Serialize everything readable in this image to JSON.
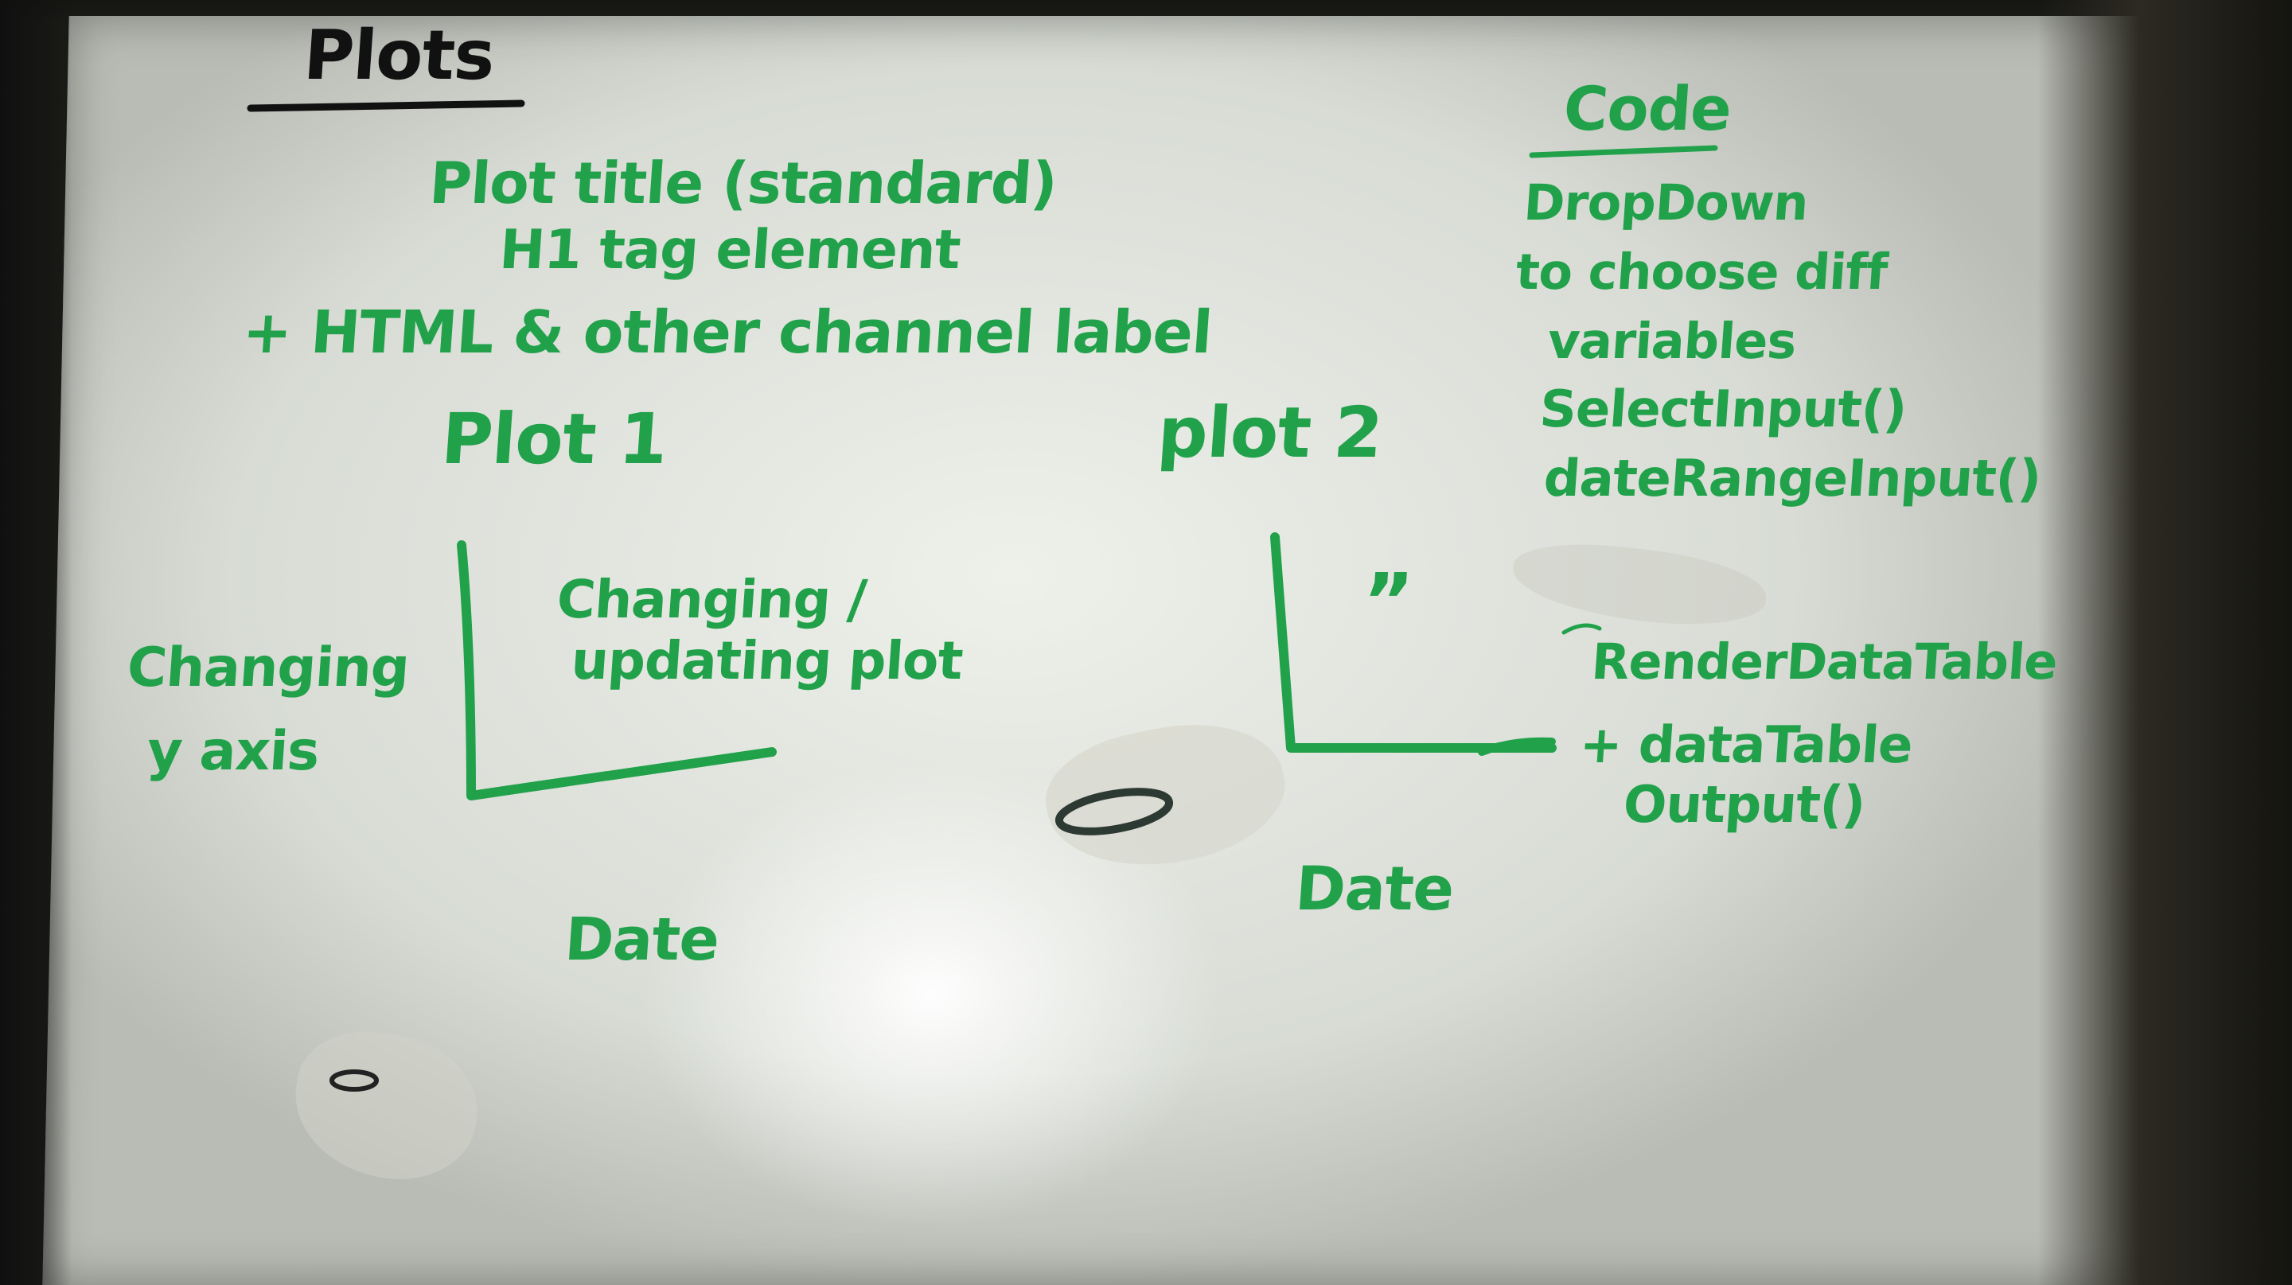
{
  "board": {
    "heading": "Plots",
    "notes": [
      "Plot title (standard)",
      "H1 tag element",
      "+ HTML & other channel label"
    ],
    "plot1": {
      "label": "Plot 1",
      "inner_line1": "Changing /",
      "inner_line2": "updating plot",
      "y_label_line1": "Changing",
      "y_label_line2": "y axis",
      "x_label": "Date"
    },
    "plot2": {
      "label": "plot 2",
      "ditto": "”",
      "x_label": "Date"
    },
    "code": {
      "heading": "Code",
      "lines": [
        "DropDown",
        "to choose diff",
        "variables",
        "SelectInput()",
        "dateRangeInput()"
      ],
      "render_lines": [
        "RenderDataTable",
        "+ dataTable",
        "Output()"
      ]
    }
  },
  "colors": {
    "marker_green": "#22a14b",
    "marker_black": "#111111",
    "board_white": "#e8eae4"
  }
}
